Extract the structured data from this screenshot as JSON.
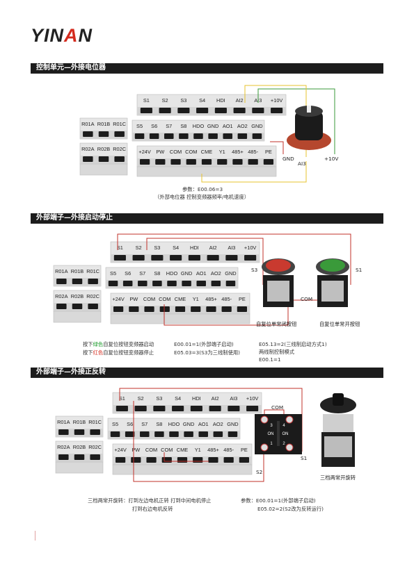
{
  "brand": {
    "prefix": "YIN",
    "accent": "A",
    "suffix": "N"
  },
  "sections": [
    {
      "title": "控制单元—外接电位器"
    },
    {
      "title": "外部端子—外接启动停止"
    },
    {
      "title": "外部端子—外接正反转"
    }
  ],
  "terminals": {
    "left_top": [
      "R01A",
      "R01B",
      "R01C"
    ],
    "left_bottom": [
      "R02A",
      "R02B",
      "R02C"
    ],
    "row1": [
      "S1",
      "S2",
      "S3",
      "S4",
      "HDI",
      "AI2",
      "AI3",
      "+10V"
    ],
    "row1_s1": [
      "S1",
      "S2",
      "S3",
      "S4",
      "HDI",
      "AI2",
      "AI3",
      "+10V"
    ],
    "row2": [
      "S5",
      "S6",
      "S7",
      "S8",
      "HDO",
      "GND",
      "AO1",
      "AO2",
      "GND"
    ],
    "row3": [
      "+24V",
      "PW",
      "COM",
      "COM",
      "CME",
      "Y1",
      "485+",
      "485-",
      "PE"
    ]
  },
  "section1": {
    "pot_labels": {
      "gnd": "GND",
      "ai3": "AI3",
      "v10": "+10V"
    },
    "param_line": "参数：E00.06=3",
    "param_desc": "（外部电位器 控制变频器频率/电机速度）"
  },
  "section2": {
    "s3_label": "S3",
    "s1_label": "S1",
    "com_label": "COM",
    "btn_red_caption": "自复位单常闭按钮",
    "btn_green_caption": "自复位单常开按钮",
    "note_green_pre": "按下",
    "note_green_color": "绿色",
    "note_green_post": "自复位按钮变频器启动",
    "note_red_pre": "按下",
    "note_red_color": "红色",
    "note_red_post": "自复位按钮变频器停止",
    "param_a1": "E00.01=1(外部端子启动)",
    "param_a2": "E05.03=3(S3为三线制使用)",
    "param_b1": "E05.13=2(三线制启动方式1)",
    "param_b2": "两线制控制模式",
    "param_b3": "E00.1=1"
  },
  "section3": {
    "com_label": "COM",
    "s1_label": "S1",
    "s2_label": "S2",
    "switch_caption": "三档两常开旋转",
    "desc_a": "三档两常开旋转：打到左边电机正转 打到中间电机停止",
    "desc_b": "打到右边电机反转",
    "param_a": "参数：E00.01=1(外部端子启动)",
    "param_b": "E05.02=2(S2改为反转运行)",
    "switch_text": [
      "3",
      "4",
      "ON",
      "1",
      "ON",
      "2"
    ]
  },
  "colors": {
    "wire_red": "#c2302a",
    "wire_yellow": "#e7c32c",
    "wire_green": "#3a9a3a",
    "accent": "#d42b1e"
  }
}
